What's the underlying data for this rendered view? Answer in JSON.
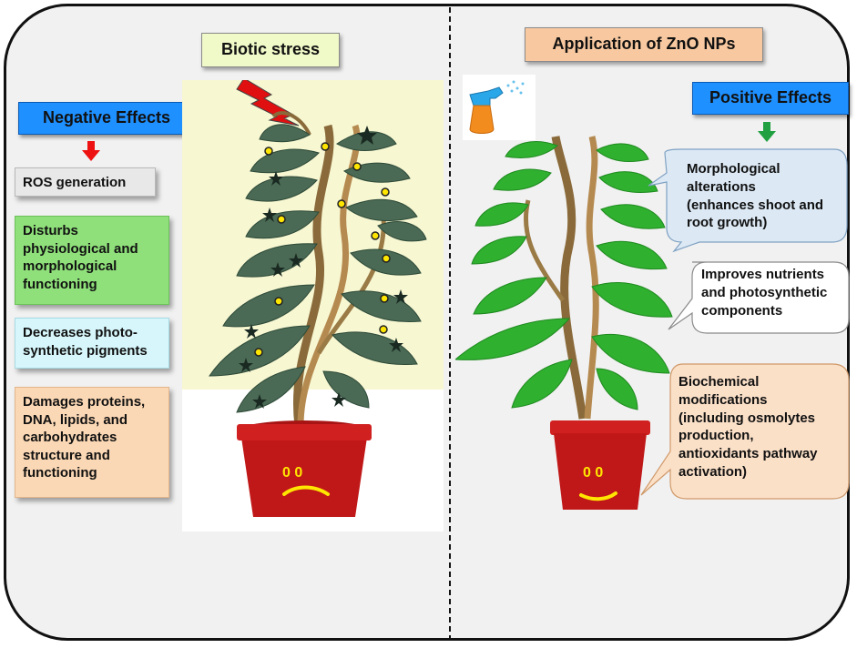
{
  "left": {
    "title": "Biotic stress",
    "header": "Negative Effects",
    "effects": [
      {
        "lines": [
          "ROS generation"
        ]
      },
      {
        "lines": [
          "Disturbs",
          "physiological and",
          "morphological",
          "functioning"
        ]
      },
      {
        "lines": [
          "Decreases photo-",
          "synthetic pigments"
        ]
      },
      {
        "lines": [
          "Damages proteins,",
          "DNA, lipids, and",
          "carbohydrates",
          "structure and",
          "functioning"
        ]
      }
    ],
    "pot_face": "0 0"
  },
  "right": {
    "title": "Application of ZnO NPs",
    "header": "Positive Effects",
    "effects": [
      {
        "lines": [
          "Morphological",
          "alterations",
          "(enhances shoot and",
          "root growth)"
        ]
      },
      {
        "lines": [
          "Improves nutrients",
          "and photosynthetic",
          "components"
        ]
      },
      {
        "lines": [
          "Biochemical",
          "modifications",
          "(including osmolytes",
          "production,",
          "antioxidants pathway",
          "activation)"
        ]
      }
    ],
    "pot_face": "0 0"
  },
  "colors": {
    "header_blue": "#1e90ff",
    "ros_box": "#e8e8e8",
    "disturbs_box": "#8fe07a",
    "pigments_box": "#d6f6fb",
    "damages_box": "#fbd8b5",
    "biotic_title": "#f0f9c8",
    "zno_title": "#f8c9a0",
    "arrow_red": "#ee1111",
    "arrow_green": "#20a040",
    "leaf_stressed": "#4a6a55",
    "leaf_healthy": "#2fb02f",
    "pot": "#c01818"
  },
  "icons": [
    "lightning-icon",
    "spray-bottle-icon",
    "down-arrow-icon"
  ]
}
